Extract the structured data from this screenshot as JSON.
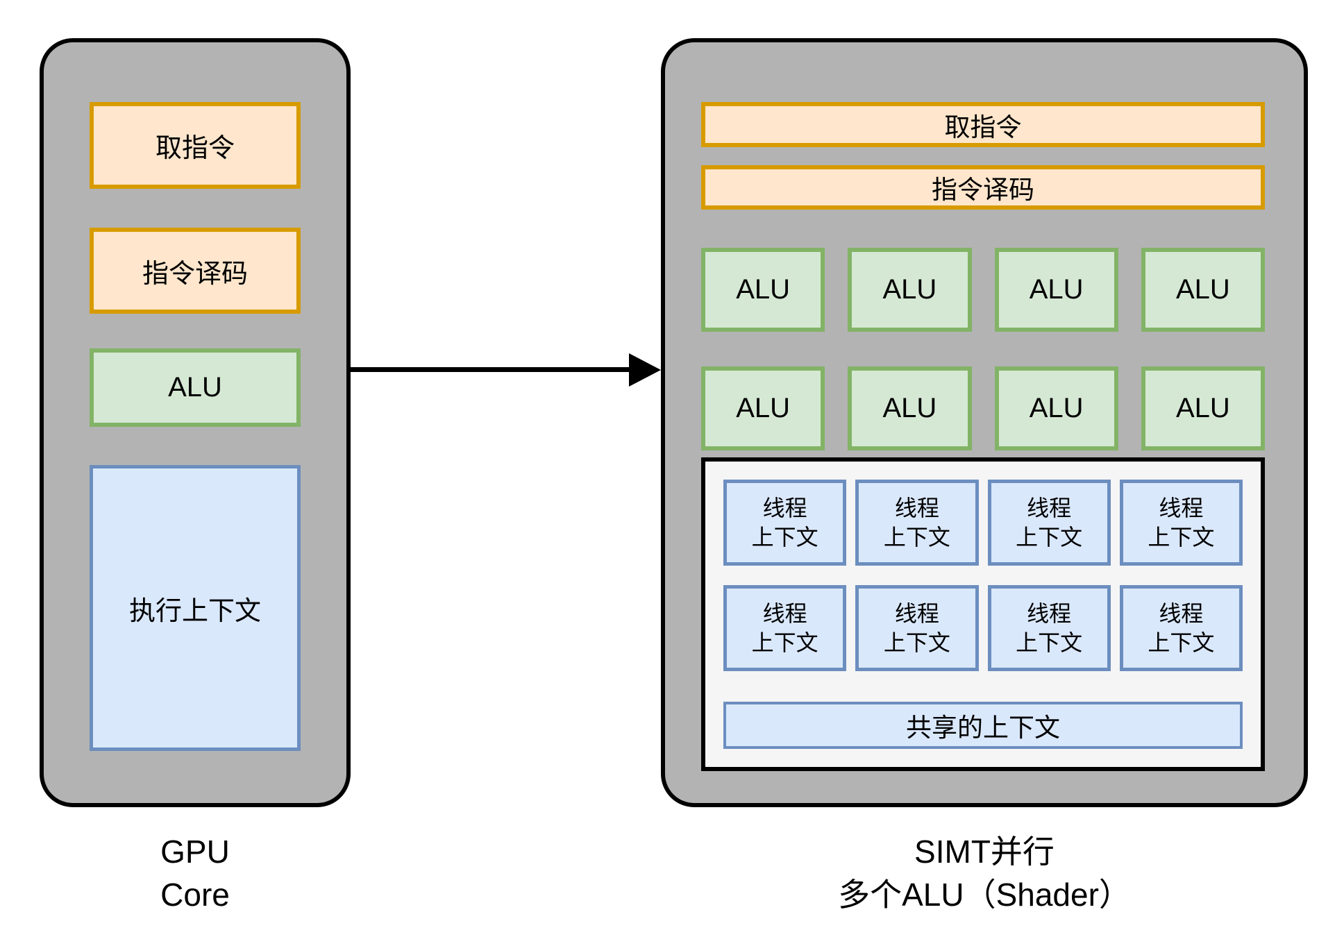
{
  "left_panel": {
    "caption": [
      "GPU",
      "Core"
    ],
    "fetch_label": "取指令",
    "decode_label": "指令译码",
    "alu_label": "ALU",
    "exec_context_label": "执行上下文"
  },
  "right_panel": {
    "caption": [
      "SIMT并行",
      "多个ALU（Shader）"
    ],
    "fetch_label": "取指令",
    "decode_label": "指令译码",
    "alu_units": [
      "ALU",
      "ALU",
      "ALU",
      "ALU",
      "ALU",
      "ALU",
      "ALU",
      "ALU"
    ],
    "thread_contexts": [
      {
        "line1": "线程",
        "line2": "上下文"
      },
      {
        "line1": "线程",
        "line2": "上下文"
      },
      {
        "line1": "线程",
        "line2": "上下文"
      },
      {
        "line1": "线程",
        "line2": "上下文"
      },
      {
        "line1": "线程",
        "line2": "上下文"
      },
      {
        "line1": "线程",
        "line2": "上下文"
      },
      {
        "line1": "线程",
        "line2": "上下文"
      },
      {
        "line1": "线程",
        "line2": "上下文"
      }
    ],
    "shared_context_label": "共享的上下文"
  },
  "colors": {
    "panel_fill": "#b3b3b3",
    "panel_border": "#000000",
    "orange_fill": "#ffe6cc",
    "orange_border": "#d79b00",
    "green_fill": "#d5e8d4",
    "green_border": "#82b366",
    "blue_fill": "#dae8fc",
    "blue_border": "#6c8ebf",
    "context_container_fill": "#f5f5f5"
  }
}
